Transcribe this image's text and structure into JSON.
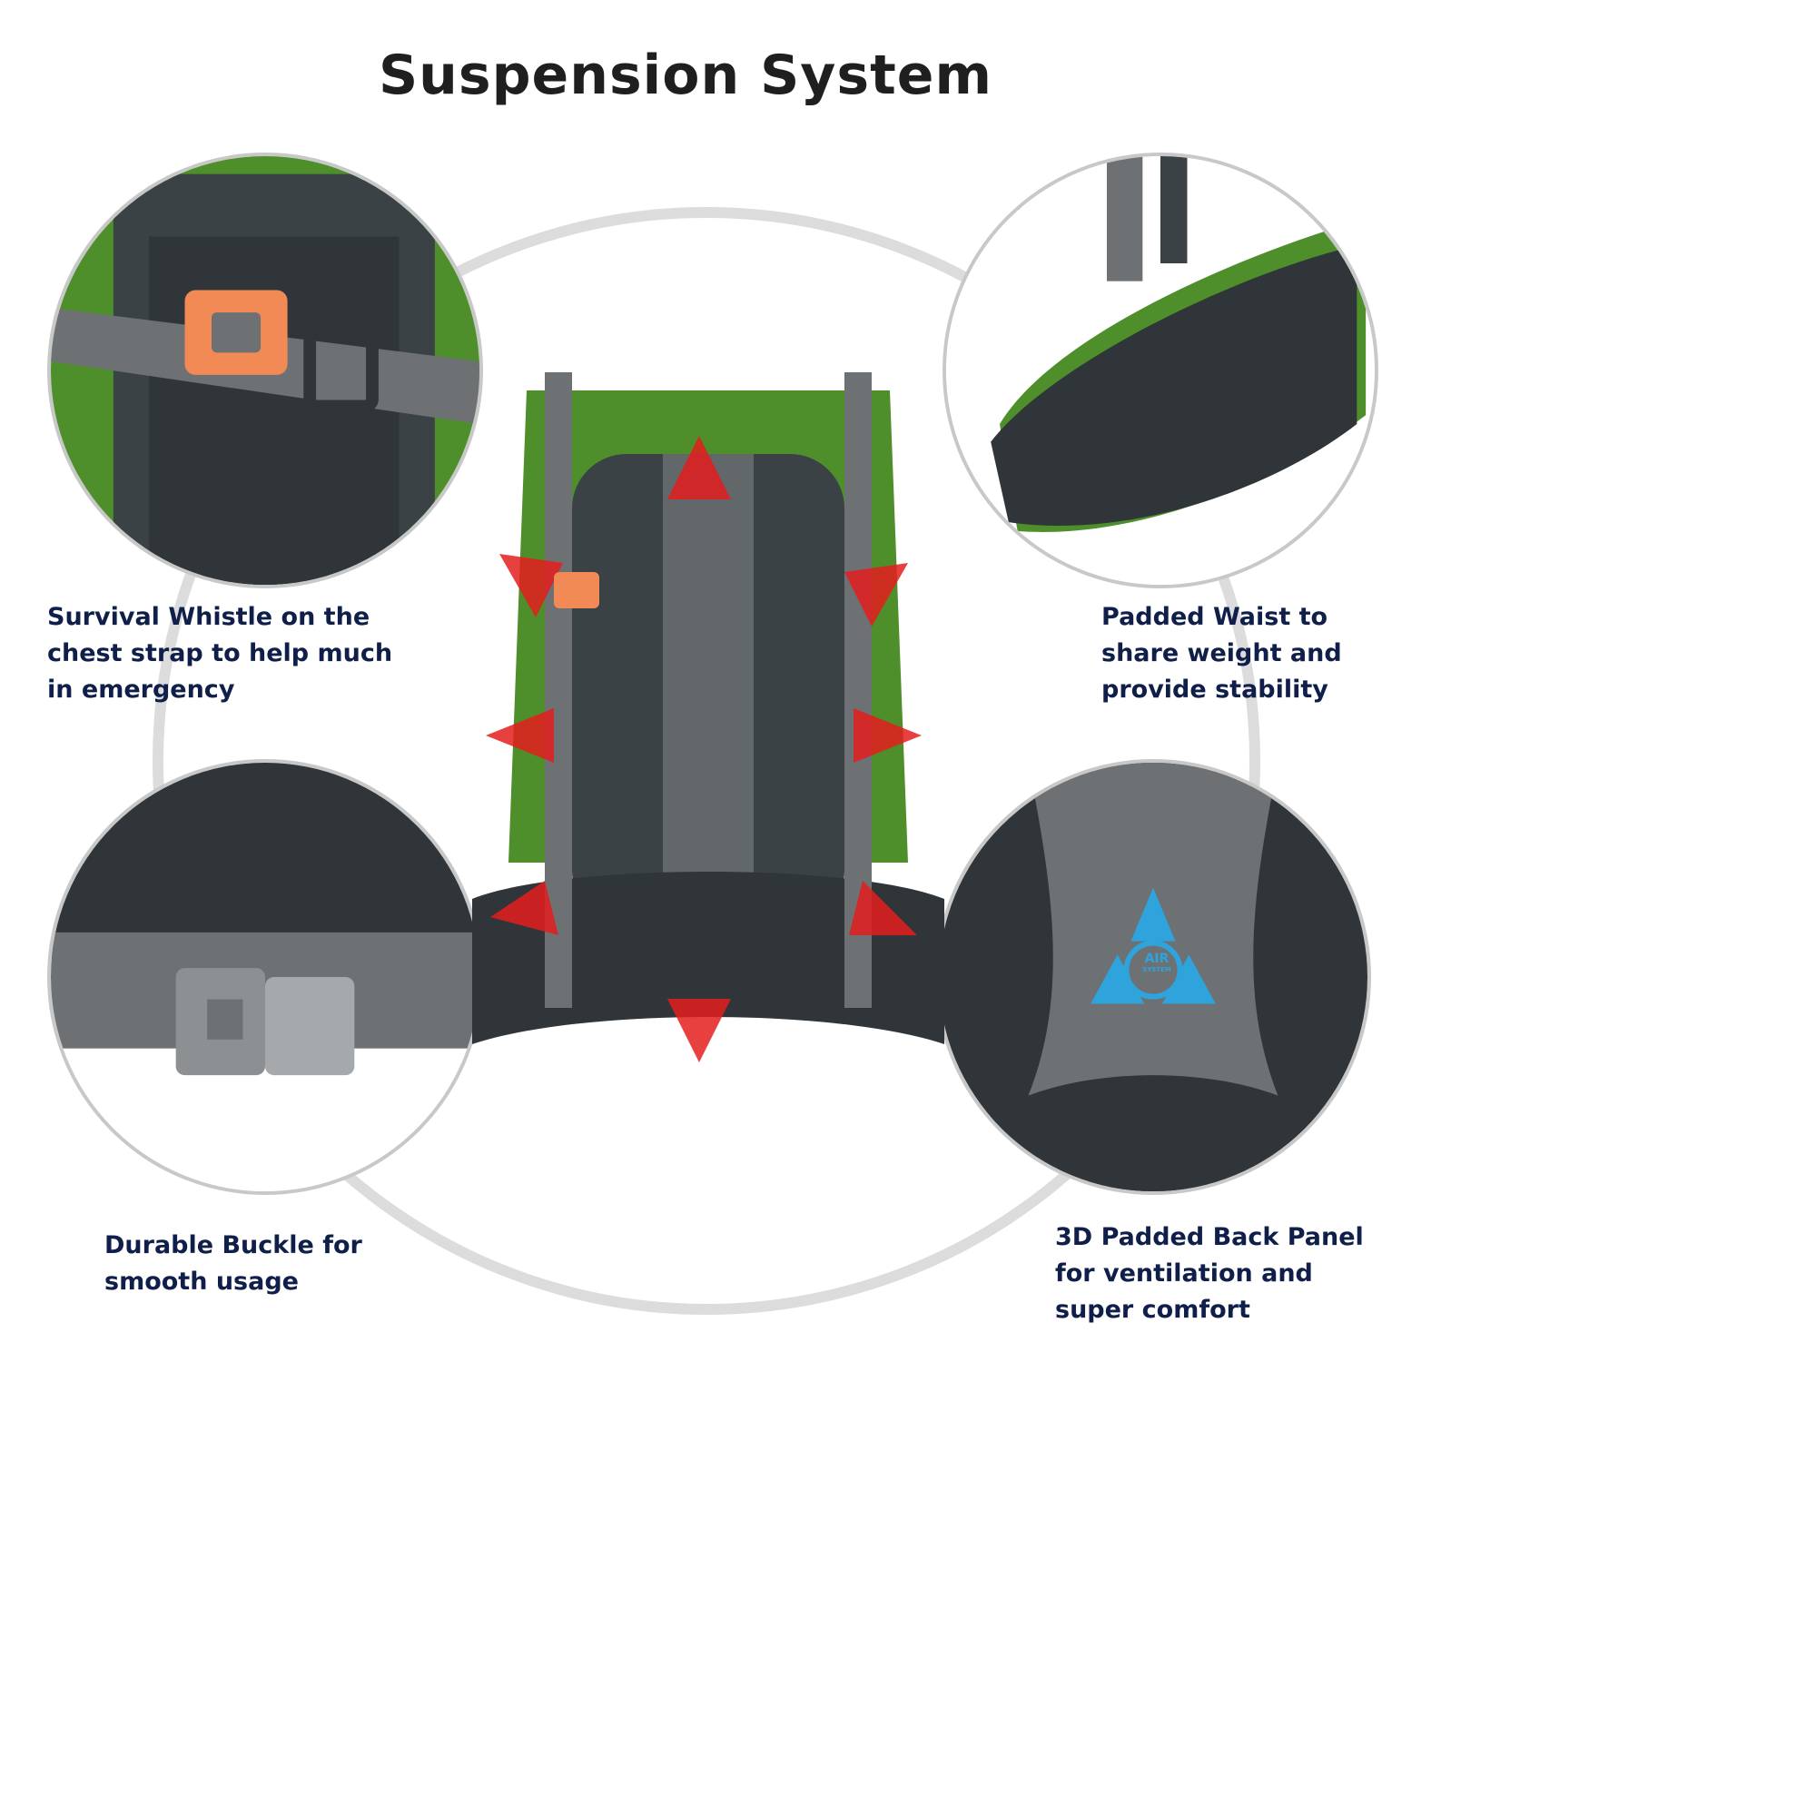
{
  "title": "Suspension System",
  "features": {
    "whistle": {
      "text": "Survival Whistle on the\nchest strap to help much\nin emergency"
    },
    "waist": {
      "text": "Padded Waist to\nshare weight and\nprovide stability"
    },
    "buckle": {
      "text": "Durable Buckle for\nsmooth usage"
    },
    "back_panel": {
      "text": "3D Padded Back Panel\nfor ventilation and\nsuper comfort"
    }
  },
  "logo": {
    "line1": "AIR",
    "line2": "SYSTEM"
  },
  "colors": {
    "heading": "#1f1f1f",
    "caption": "#0f1f4a",
    "bag_green": "#4e8f2b",
    "mesh_dark": "#3a4246",
    "strap_gray": "#6d7174",
    "arrow_red": "#e41d1d",
    "whistle_orange": "#f28a55",
    "logo_blue": "#2ea3dc"
  }
}
